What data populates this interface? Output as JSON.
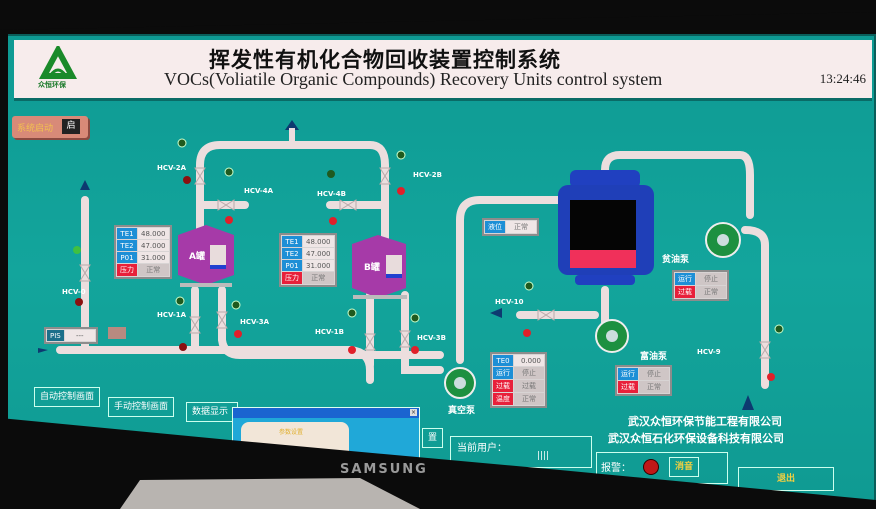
{
  "header": {
    "title_cn": "挥发性有机化合物回收装置控制系统",
    "title_en": "VOCs(Voliatile Organic Compounds) Recovery Units control system",
    "time": "13:24:46",
    "logo_text": "众恒环保"
  },
  "start_button": {
    "label": "系统启动",
    "state": "启"
  },
  "valves": {
    "hcv0": "HCV-0",
    "hcv1a": "HCV-1A",
    "hcv2a": "HCV-2A",
    "hcv3a": "HCV-3A",
    "hcv4a": "HCV-4A",
    "hcv1b": "HCV-1B",
    "hcv2b": "HCV-2B",
    "hcv3b": "HCV-3B",
    "hcv4b": "HCV-4B",
    "hcv9": "HCV-9",
    "hcv10": "HCV-10"
  },
  "tanks": {
    "a": "A罐",
    "b": "B罐"
  },
  "tank_a_panel": {
    "te1_label": "TE1",
    "te1": "48.000",
    "te2_label": "TE2",
    "te2": "47.000",
    "p01_label": "P01",
    "p01": "31.000",
    "pressure_label": "压力",
    "pressure_status": "正常"
  },
  "tank_b_panel": {
    "te1_label": "TE1",
    "te1": "48.000",
    "te2_label": "TE2",
    "te2": "47.000",
    "p01_label": "P01",
    "p01": "31.000",
    "pressure_label": "压力",
    "pressure_status": "正常"
  },
  "pis": {
    "label": "PIS",
    "value": "---"
  },
  "level_panel": {
    "label": "液位",
    "status": "正常"
  },
  "vacuum_pump": {
    "name": "真空泵",
    "te0_label": "TE0",
    "te0": "0.000",
    "run_label": "运行",
    "run": "停止",
    "overload_label": "过载",
    "overload": "过载",
    "temp_label": "温度",
    "temp": "正常"
  },
  "lean_pump": {
    "name": "贫油泵",
    "run_label": "运行",
    "run": "停止",
    "overload_label": "过载",
    "overload": "正常"
  },
  "rich_pump": {
    "name": "富油泵",
    "run_label": "运行",
    "run": "停止",
    "overload_label": "过载",
    "overload": "正常"
  },
  "company": {
    "line1": "武汉众恒环保节能工程有限公司",
    "line2": "武汉众恒石化环保设备科技有限公司"
  },
  "footer": {
    "auto": "自动控制画面",
    "manual": "手动控制画面",
    "data": "数据显示",
    "settings": "置",
    "user_label": "当前用户：",
    "user": "||||",
    "alarm_label": "报警：",
    "mute": "消音",
    "exit": "退出"
  },
  "popup": {
    "title": "参数设置"
  },
  "bezel_brand": "SAMSUNG",
  "colors": {
    "screen": "#13a59c",
    "pipe": "#ecdede",
    "tank": "#a63aa8",
    "vessel": "#1f3fb8",
    "run_green": "#1d6b1d",
    "alarm_red": "#e0202a"
  }
}
